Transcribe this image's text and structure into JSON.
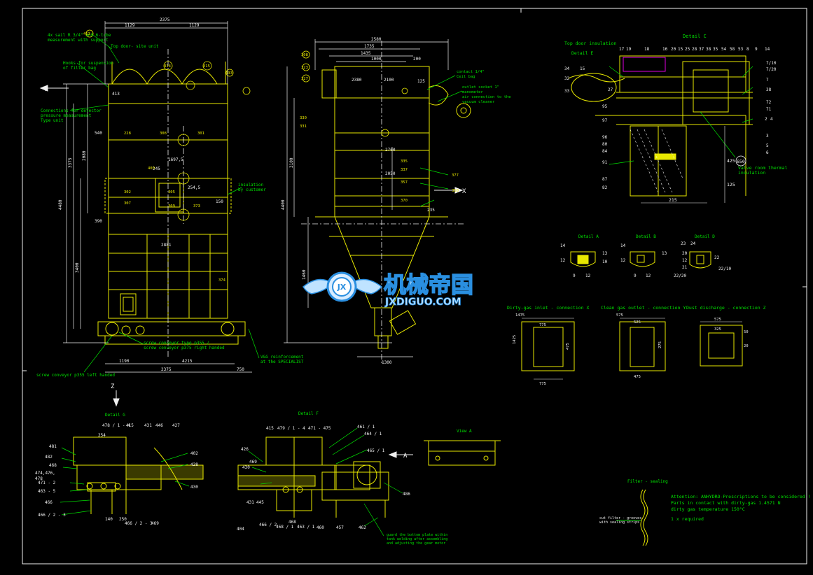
{
  "colors": {
    "background": "#000000",
    "yellow": "#e8e800",
    "white": "#f0f0f0",
    "green": "#00e000",
    "cyan": "#00d8d8",
    "magenta": "#e000e0",
    "red": "#e00000",
    "watermark_blue": "#2a8fe0",
    "watermark_light": "#bfe3ff"
  },
  "watermark": {
    "chinese": "机械帝国",
    "english": "JXDIGUO.COM",
    "logo_letters": "JX"
  },
  "front_view": {
    "arrow_y": "Y",
    "dim_top_total": "2375",
    "dim_top_a": "1129",
    "dim_top_b": "1129",
    "dim_bottom_a": "1190",
    "dim_bottom_b": "4215",
    "dim_bottom_c": "2375",
    "dim_bottom_d": "750",
    "note_1": "4x sail R 3/4\" and 6-tube",
    "note_2": "measurement with support",
    "note_3": "Top door- site unit",
    "note_4": "Hooks for suspension",
    "note_5": "of filter bag",
    "note_6": "Connections for detector",
    "note_7": "pressure measurement",
    "note_8": "Type unit",
    "note_9": "insulation",
    "note_10": "by customer",
    "note_11": "screw conveyor type p355 /",
    "note_12": "screw conveyor p375 right handed",
    "note_13": "screw conveyor p355 left handed",
    "note_14": "V&G reinforcement",
    "note_15": "at the SPECIALIST",
    "dim_v_1": "4480",
    "dim_v_2": "3375",
    "dim_v_3": "3400",
    "dim_v_4": "2080",
    "dim_s1": "1697,5",
    "dim_s2": "245",
    "dim_s3": "254,5",
    "dim_s4": "150",
    "dim_s5": "540",
    "dim_s6": "390",
    "dim_s7": "413",
    "dim_s8": "2881",
    "tags": [
      "228",
      "308",
      "301",
      "302",
      "305",
      "307",
      "309",
      "373",
      "374",
      "400",
      "413",
      "414",
      "415",
      "433"
    ]
  },
  "side_view": {
    "arrow_x": "X",
    "dim_top_total": "2580",
    "dim_top_a": "1735",
    "dim_top_b": "1435",
    "dim_top_c": "1000",
    "dim_top_d": "200",
    "dim_bottom": "1300",
    "dim_v_1": "4400",
    "dim_v_2": "3100",
    "dim_v_3": "2700",
    "dim_v_4": "2050",
    "dim_s1": "2380",
    "dim_s2": "2100",
    "dim_s3": "125",
    "dim_s4": "1460",
    "dim_s5": "235",
    "note_1": "contact 1/4\"",
    "note_2": "Ceil bag",
    "note_3": "outlet socket 1\"",
    "note_4": "manometer",
    "note_5": "air connection to the",
    "note_6": "vacuum cleaner",
    "tags": [
      "308",
      "323",
      "327",
      "330",
      "331",
      "335",
      "337",
      "357",
      "370",
      "377",
      "350"
    ]
  },
  "detail_c": {
    "title": "Detail C",
    "label_insulation": "Top door insulation",
    "label_detail_e": "Detail E",
    "label_valve": "Valve room thermal",
    "label_valve_2": "insulation",
    "callout": "650",
    "dim_1": "215",
    "dim_2": "425",
    "dim_3": "125",
    "numbers_top": [
      "17",
      "19",
      "18",
      "16",
      "20",
      "15",
      "25",
      "28",
      "37",
      "38",
      "35",
      "54",
      "58",
      "53",
      "8",
      "9",
      "14"
    ],
    "numbers_left": [
      "34",
      "15",
      "32",
      "33",
      "27",
      "95",
      "97",
      "96",
      "80",
      "84",
      "91",
      "87",
      "82"
    ],
    "numbers_right": [
      "7/10",
      "7/20",
      "7",
      "38",
      "72",
      "71",
      "2",
      "4",
      "3",
      "5",
      "6"
    ]
  },
  "details_small": [
    {
      "title": "Detail A",
      "labels": [
        "14",
        "12",
        "13",
        "10",
        "9",
        "12"
      ]
    },
    {
      "title": "Detail B",
      "labels": [
        "14",
        "12",
        "13",
        "9",
        "12"
      ]
    },
    {
      "title": "Detail D",
      "labels": [
        "23",
        "24",
        "20",
        "12",
        "21",
        "22",
        "22/20",
        "22/10"
      ]
    }
  ],
  "connections": [
    {
      "title": "Dirty-gas inlet - connection X",
      "dims": [
        "1475",
        "775",
        "1425",
        "475",
        "775"
      ]
    },
    {
      "title": "Clean gas outlet - connection Y",
      "dims": [
        "575",
        "525",
        "275",
        "475"
      ]
    },
    {
      "title": "Dust discharge - connection Z",
      "dims": [
        "575",
        "325",
        "50",
        "20"
      ]
    }
  ],
  "detail_g": {
    "title": "Detail G",
    "arrow_z": "Z",
    "labels_left": [
      "481",
      "482",
      "468",
      "474,476,",
      "478",
      "471 - 2",
      "463 - 5",
      "466",
      "466 / 2 - 3"
    ],
    "labels_top": [
      "478 / 1 - 4",
      "415",
      "431",
      "446",
      "427"
    ],
    "labels_right": [
      "402",
      "428",
      "430"
    ],
    "labels_bottom": [
      "466 / 2 - 3",
      "469"
    ],
    "dim_1": "254",
    "dim_2": "250",
    "dim_3": "140"
  },
  "detail_f": {
    "title": "Detail F",
    "arrow_a": "A",
    "labels_top": [
      "415",
      "479 / 1 - 4",
      "471 - 475",
      "461 / 1",
      "464 / 1",
      "465 / 1"
    ],
    "labels_left": [
      "426",
      "430",
      "469"
    ],
    "labels_bottom": [
      "431",
      "445",
      "404",
      "466 / 2",
      "468",
      "468 / 1",
      "463 / 1",
      "460",
      "457",
      "462"
    ],
    "label_right": "486",
    "note_1": "guard the bottom plate within",
    "note_2": "tank welding after assembling",
    "note_3": "and adjusting the gear motor"
  },
  "view_a": {
    "title": "View A"
  },
  "filter_sealing": {
    "title": "Filter - sealing",
    "note_1": "cut filter - grooves",
    "note_2": "with sealing strips"
  },
  "notes": {
    "line_1": "Attention: ANHYDRO-Prescriptions to be considered !",
    "line_2": "Parts in contact with dirty-gas 1.4571 N",
    "line_3": "dirty gas temperature 150°C",
    "line_4": "1 x required"
  }
}
